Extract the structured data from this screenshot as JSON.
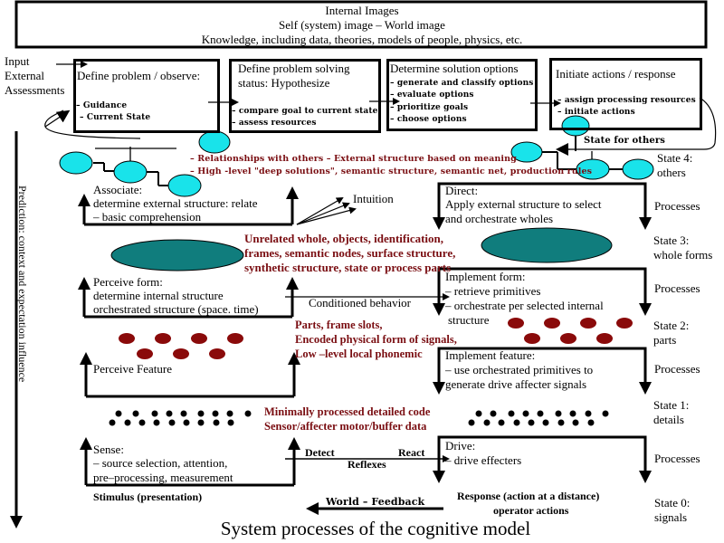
{
  "header": {
    "line1": "Internal Images",
    "line2": "Self (system) image – World image",
    "line3": "Knowledge, including data, theories, models of people, physics, etc."
  },
  "input_label": [
    "Input",
    "External",
    "Assessments"
  ],
  "top_boxes": [
    {
      "title": "Define problem / observe:",
      "items": [
        "– Guidance",
        "– Current State"
      ]
    },
    {
      "title": "Define problem solving",
      "title2": " status: Hypothesize",
      "items": [
        "– compare goal to current state",
        "– assess resources"
      ]
    },
    {
      "title": "Determine solution options",
      "items": [
        "– generate and classify options",
        "– evaluate options",
        "– prioritize goals",
        "– choose options"
      ]
    },
    {
      "title": "Initiate actions / response",
      "items": [
        "– assign processing  resources",
        "– initiate actions"
      ]
    }
  ],
  "state_for_others": "State for others",
  "relationships": {
    "line1": "– Relationships with others – External structure based on meaning",
    "line2": "– High -level \"deep solutions\", semantic structure, semantic net, production rules"
  },
  "left_column": {
    "associate": [
      "Associate:",
      "determine external structure: relate",
      "– basic comprehension"
    ],
    "perceive_form": [
      "Perceive form:",
      "determine internal structure",
      "orchestrated structure (space. time)"
    ],
    "perceive_feature": "Perceive Feature",
    "sense": [
      "Sense:",
      "– source selection, attention,",
      "pre–processing, measurement"
    ],
    "stimulus": "Stimulus (presentation)"
  },
  "right_column": {
    "direct": [
      "Direct:",
      "Apply external structure to select",
      "and orchestrate wholes"
    ],
    "implement_form": [
      "Implement form:",
      "– retrieve primitives",
      "– orchestrate per selected internal",
      "structure"
    ],
    "implement_feature": [
      "Implement feature:",
      "– use orchestrated primitives to",
      "generate drive affecter signals"
    ],
    "drive": [
      "Drive:",
      "– drive effecters"
    ],
    "response": [
      "Response (action at a distance)",
      "operator actions"
    ]
  },
  "center": {
    "intuition": "Intuition",
    "unrelated": [
      "Unrelated whole, objects, identification,",
      "frames, semantic nodes, surface structure,",
      "synthetic structure, state or process parts"
    ],
    "conditioned": "Conditioned behavior",
    "parts": [
      "Parts, frame slots,",
      "Encoded physical form of signals,",
      "Low –level local phonemic"
    ],
    "minimal": [
      "Minimally processed detailed code",
      "Sensor/affecter motor/buffer data"
    ],
    "detect": "Detect",
    "react": "React",
    "reflexes": "Reflexes",
    "world_feedback": "World – Feedback"
  },
  "states": [
    {
      "label": "State 4:",
      "sub": "others"
    },
    {
      "label": "State 3:",
      "sub": "whole forms"
    },
    {
      "label": "State 2:",
      "sub": "parts"
    },
    {
      "label": "State 1:",
      "sub": "details"
    },
    {
      "label": "State 0:",
      "sub": "signals"
    }
  ],
  "processes_label": "Processes",
  "vertical_label": "Prediction: context and expectation influence",
  "caption": "System processes of the cognitive model",
  "colors": {
    "node_cyan": "#19e3ea",
    "ellipse_teal": "#107d7d",
    "dot_red": "#8a0a0a",
    "text_red": "#7a0e12"
  }
}
